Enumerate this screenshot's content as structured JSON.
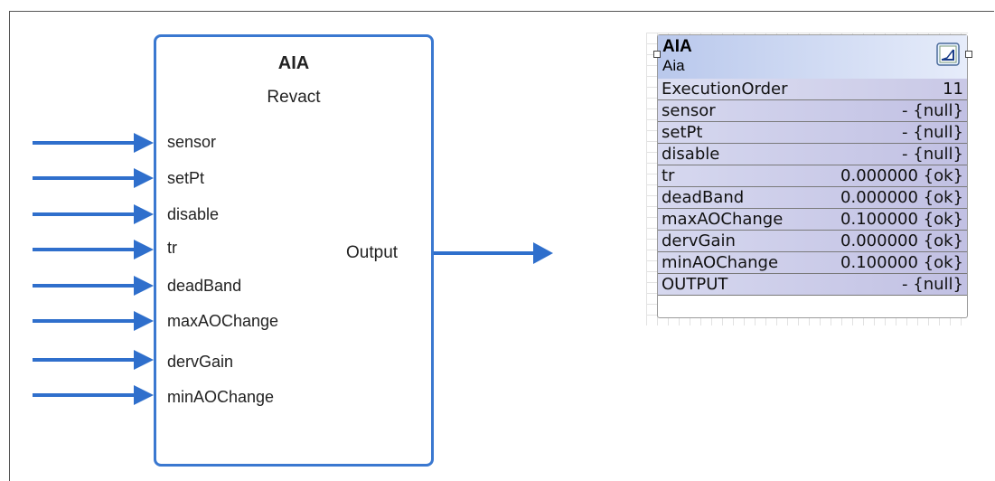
{
  "block": {
    "title": "AIA",
    "subtitle": "Revact",
    "inputs": [
      "sensor",
      "setPt",
      "disable",
      "tr",
      "deadBand",
      "maxAOChange",
      "dervGain",
      "minAOChange"
    ],
    "output": "Output"
  },
  "wiresheet": {
    "title": "AIA",
    "subtitle": "Aia",
    "icon": "chart-icon",
    "rows": [
      {
        "name": "ExecutionOrder",
        "value": "11"
      },
      {
        "name": "sensor",
        "value": "- {null}"
      },
      {
        "name": "setPt",
        "value": "- {null}"
      },
      {
        "name": "disable",
        "value": "- {null}"
      },
      {
        "name": "tr",
        "value": "0.000000 {ok}"
      },
      {
        "name": "deadBand",
        "value": "0.000000 {ok}"
      },
      {
        "name": "maxAOChange",
        "value": "0.100000 {ok}"
      },
      {
        "name": "dervGain",
        "value": "0.000000 {ok}"
      },
      {
        "name": "minAOChange",
        "value": "0.100000 {ok}"
      },
      {
        "name": "OUTPUT",
        "value": "- {null}"
      }
    ]
  },
  "colors": {
    "wire": "#2f6fcc",
    "block_border": "#3a78d0"
  }
}
